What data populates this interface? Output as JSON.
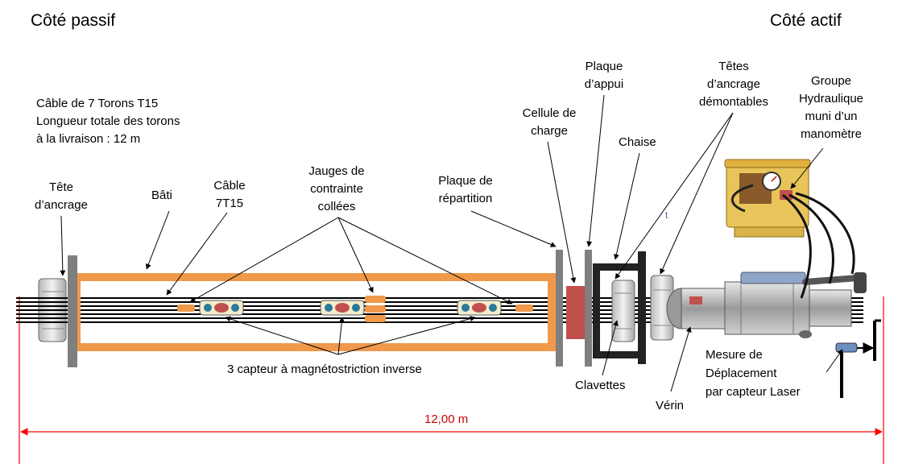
{
  "labels": {
    "cote_passif": "Côté passif",
    "cote_actif": "Côté actif",
    "cable_info": [
      "Câble de 7 Torons T15",
      "Longueur totale des torons",
      "à la livraison  : 12 m"
    ],
    "tete_ancrage": [
      "Tête",
      "d’ancrage"
    ],
    "bati": "Bâti",
    "cable": [
      "Câble",
      "7T15"
    ],
    "jauges": [
      "Jauges de",
      "contrainte",
      "collées"
    ],
    "plaque_repartition": [
      "Plaque de",
      "répartition"
    ],
    "cellule": [
      "Cellule de",
      "charge"
    ],
    "plaque_appui": [
      "Plaque",
      "d’appui"
    ],
    "chaise": "Chaise",
    "tetes_demontables": [
      "Têtes",
      "d’ancrage",
      "démontables"
    ],
    "groupe": [
      "Groupe",
      "Hydraulique",
      "muni d’un",
      "manomètre"
    ],
    "capteurs": "3 capteur à magnétostriction inverse",
    "clavettes": "Clavettes",
    "verin": "Vérin",
    "mesure": [
      "Mesure de",
      "Déplacement",
      "par capteur Laser"
    ],
    "dimension": "12,00 m",
    "stray_t": "t"
  },
  "colors": {
    "frame": "#f0994a",
    "plate": "#7f7f7f",
    "load_cell": "#c0504d",
    "strand": "#000000",
    "dimension": "#ff0000",
    "anchor": "#d6d6d6"
  },
  "icons": {
    "sensor": "magnetostriction-sensor-icon",
    "jack": "hydraulic-jack-icon",
    "pump": "hydraulic-pump-icon",
    "laser": "laser-sensor-icon"
  }
}
